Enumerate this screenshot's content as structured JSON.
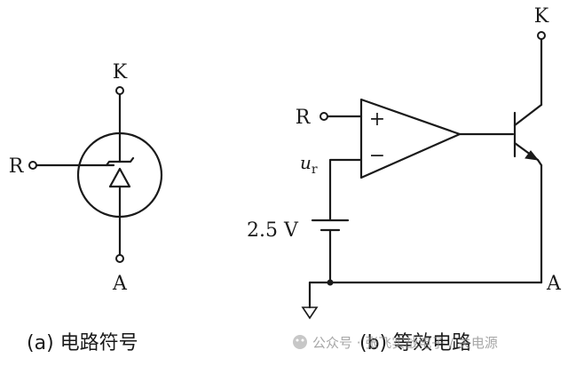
{
  "symbol": {
    "pin_k": "K",
    "pin_r": "R",
    "pin_a": "A",
    "caption": "(a) 电路符号"
  },
  "equivalent": {
    "pin_k": "K",
    "pin_r": "R",
    "pin_a": "A",
    "plus": "+",
    "minus": "−",
    "ur_main": "u",
    "ur_sub": "r",
    "source_value": "2.5 V",
    "caption": "(b) 等效电路"
  },
  "watermark": {
    "text": "公众号 · 张飞实战电子 / 关电源"
  }
}
